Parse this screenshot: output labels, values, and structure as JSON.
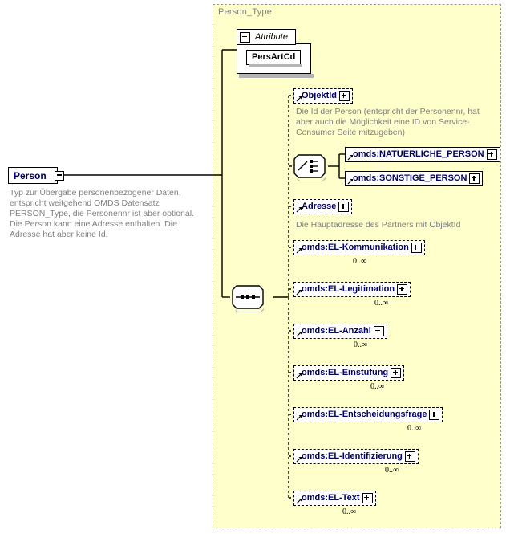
{
  "diagram": {
    "type_title": "Person_Type",
    "root": {
      "label": "Person",
      "control": "collapse-minus",
      "annotation": "Typ zur Übergabe personenbezogener Daten, entspricht weitgehend OMDS Datensatz PERSON_Type, die Personennr ist aber optional. Die Person kann eine Adresse enthalten. Die Adresse hat aber keine Id."
    },
    "attribute_group": {
      "label": "Attribute",
      "control": "collapse-minus",
      "attributes": [
        {
          "label": "PersArtCd"
        }
      ]
    },
    "compositors": {
      "choice": {
        "name": "choice-connector",
        "control": "collapse-minus"
      },
      "sequence": {
        "name": "sequence-connector",
        "control": "collapse-minus"
      }
    },
    "elements": [
      {
        "label": "ObjektId",
        "border": "dashed",
        "control": "expand-plus",
        "cardinality": "",
        "annotation": "Die Id der Person (entspricht der Personennr, hat aber auch die Möglichkeit eine ID von Service-Consumer Seite mitzugeben)"
      },
      {
        "label": "omds:NATUERLICHE_PERSON",
        "border": "solid",
        "control": "expand-plus",
        "cardinality": "",
        "annotation": ""
      },
      {
        "label": "omds:SONSTIGE_PERSON",
        "border": "solid",
        "control": "expand-plus",
        "cardinality": "",
        "annotation": ""
      },
      {
        "label": "Adresse",
        "border": "dashed",
        "control": "expand-plus",
        "cardinality": "",
        "annotation": "Die Hauptadresse des Partners mit ObjektId"
      },
      {
        "label": "omds:EL-Kommunikation",
        "border": "dashed",
        "control": "expand-plus",
        "cardinality": "0..∞",
        "annotation": ""
      },
      {
        "label": "omds:EL-Legitimation",
        "border": "dashed",
        "control": "expand-plus",
        "cardinality": "0..∞",
        "annotation": ""
      },
      {
        "label": "omds:EL-Anzahl",
        "border": "dashed",
        "control": "expand-plus",
        "cardinality": "0..∞",
        "annotation": ""
      },
      {
        "label": "omds:EL-Einstufung",
        "border": "dashed",
        "control": "expand-plus",
        "cardinality": "0..∞",
        "annotation": ""
      },
      {
        "label": "omds:EL-Entscheidungsfrage",
        "border": "dashed",
        "control": "expand-plus",
        "cardinality": "0..∞",
        "annotation": ""
      },
      {
        "label": "omds:EL-Identifizierung",
        "border": "dashed",
        "control": "expand-plus",
        "cardinality": "0..∞",
        "annotation": ""
      },
      {
        "label": "omds:EL-Text",
        "border": "dashed",
        "control": "expand-plus",
        "cardinality": "0..∞",
        "annotation": ""
      }
    ],
    "colors": {
      "type_background": "#ffffcc",
      "type_border": "#999999",
      "node_label": "#000066",
      "annotation_text": "#808080",
      "shadow": "#b4b4b4",
      "line": "#000000"
    }
  }
}
